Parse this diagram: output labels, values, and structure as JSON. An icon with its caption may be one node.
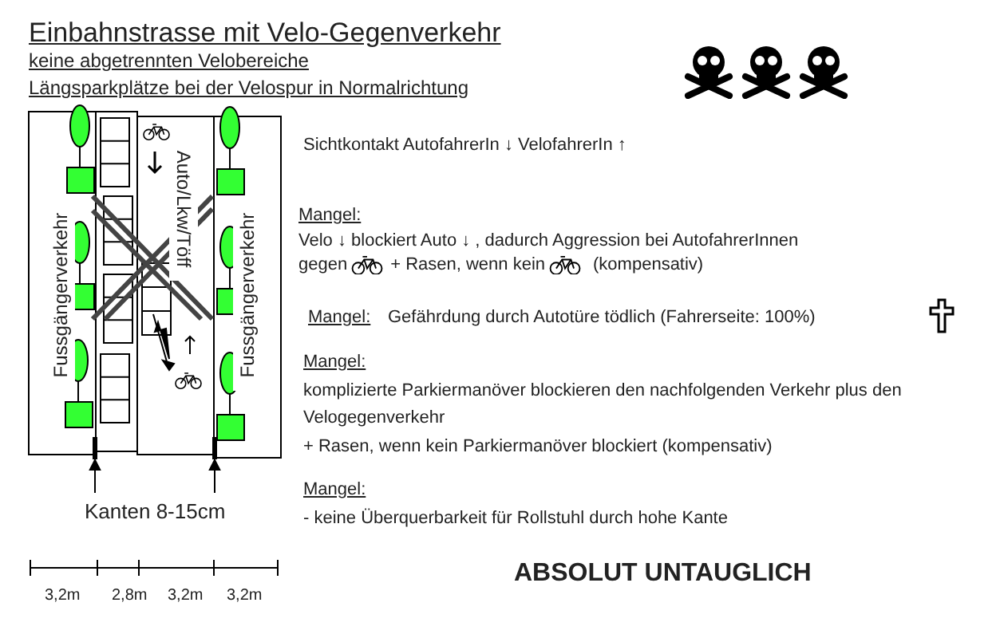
{
  "diagram": {
    "title": "Einbahnstrasse mit Velo-Gegenverkehr",
    "nodes": [
      {
        "text": [
          "Kanten 8-15cm"
        ]
      },
      {
        "text": [],
        "shape": "bar"
      },
      {
        "text": [],
        "shape": "bar"
      }
    ],
    "edges": [
      {
        "from": 0,
        "to": 1,
        "arrow": "to"
      },
      {
        "from": 0,
        "to": 2,
        "arrow": "to"
      }
    ],
    "labels": [
      "keine abgetrennten Velobereiche",
      "Längsparkplätze bei der Velospur in Normalrichtung",
      "Fussgängerverkehr",
      "Auto/Lkw/Töff",
      "Fussgängerverkehr",
      "3,2m",
      "2,8m",
      "3,2m",
      "3,2m",
      "Sichtkontakt AutofahrerIn ↓ VelofahrerIn ↑",
      "Mangel:",
      "Velo ↓ blockiert Auto ↓ , dadurch Aggression bei AutofahrerInnen",
      "gegen",
      "+ Rasen, wenn kein",
      "(kompensativ)",
      "Mangel:",
      "Gefährdung durch Autotüre tödlich (Fahrerseite: 100%)",
      "Mangel:",
      "komplizierte Parkiermanöver blockieren den nachfolgenden Verkehr plus den Velogegenverkehr",
      "+ Rasen, wenn kein Parkiermanöver blockiert (kompensativ)",
      "Mangel:",
      "- keine Überquerbarkeit für Rollstuhl durch hohe Kante",
      "ABSOLUT UNTAUGLICH"
    ]
  }
}
